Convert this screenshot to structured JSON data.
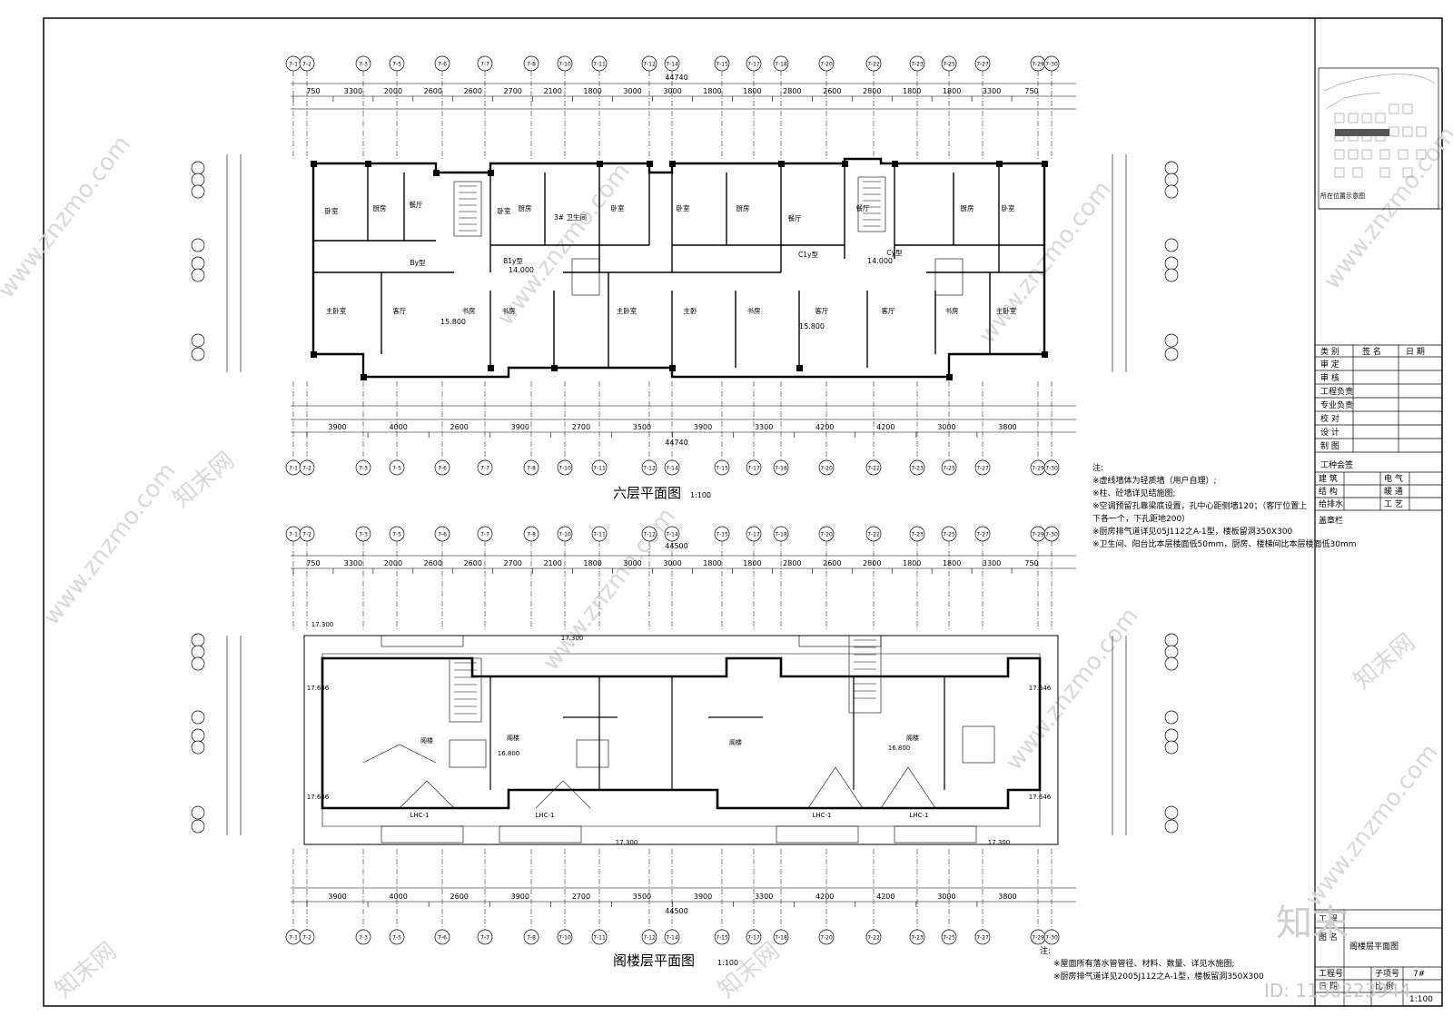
{
  "plan_top": {
    "title": "六层平面图",
    "scale": "1:100",
    "axes": [
      "7-1",
      "7-2",
      "7-3",
      "7-5",
      "7-6",
      "7-7",
      "7-8",
      "7-10",
      "7-11",
      "7-12",
      "7-14",
      "7-15",
      "7-17",
      "7-18",
      "7-20",
      "7-22",
      "7-23",
      "7-25",
      "7-27",
      "7-29",
      "7-30"
    ],
    "top_dims": [
      "750",
      "3300",
      "2000",
      "2600",
      "2600",
      "2700",
      "2100",
      "1800",
      "3000",
      "3000",
      "1800",
      "1800",
      "2800",
      "2600",
      "2800",
      "1800",
      "1800",
      "3300",
      "750"
    ],
    "bottom_dims": [
      "3900",
      "4000",
      "2600",
      "3900",
      "2700",
      "3500",
      "3900",
      "3300",
      "4200",
      "4200",
      "3000",
      "3800"
    ],
    "total": "44740",
    "room_labels": [
      {
        "t": "卧室"
      },
      {
        "t": "厨房"
      },
      {
        "t": "餐厅"
      },
      {
        "t": "卧室"
      },
      {
        "t": "厨房"
      },
      {
        "t": "3# 卫生间"
      },
      {
        "t": "卧室"
      },
      {
        "t": "卧室"
      },
      {
        "t": "厨房"
      },
      {
        "t": "餐厅"
      },
      {
        "t": "餐厅"
      },
      {
        "t": "厨房"
      },
      {
        "t": "卧室"
      },
      {
        "t": "主卧室"
      },
      {
        "t": "客厅"
      },
      {
        "t": "书房"
      },
      {
        "t": "书房"
      },
      {
        "t": "主卧室"
      },
      {
        "t": "主卧"
      },
      {
        "t": "书房"
      },
      {
        "t": "客厅"
      },
      {
        "t": "客厅"
      },
      {
        "t": "书房"
      },
      {
        "t": "主卧室"
      },
      {
        "t": "By型"
      },
      {
        "t": "B1y型"
      },
      {
        "t": "C1y型"
      },
      {
        "t": "Cy型"
      }
    ],
    "elevs": [
      "14.000",
      "14.000",
      "15.800",
      "15.800"
    ]
  },
  "plan_bottom": {
    "title": "阁楼层平面图",
    "scale": "1:100",
    "axes": [
      "7-1",
      "7-2",
      "7-3",
      "7-5",
      "7-6",
      "7-7",
      "7-8",
      "7-10",
      "7-11",
      "7-12",
      "7-14",
      "7-15",
      "7-17",
      "7-18",
      "7-20",
      "7-22",
      "7-23",
      "7-25",
      "7-27",
      "7-29",
      "7-30"
    ],
    "top_dims": [
      "750",
      "3300",
      "2000",
      "2600",
      "2600",
      "2700",
      "2100",
      "1800",
      "3000",
      "3000",
      "1800",
      "1800",
      "2800",
      "2600",
      "2800",
      "1800",
      "1800",
      "3300",
      "750"
    ],
    "bottom_dims": [
      "3900",
      "4000",
      "2600",
      "3900",
      "2700",
      "3500",
      "3900",
      "3300",
      "4200",
      "4200",
      "3000",
      "3800"
    ],
    "total": "44500",
    "labels": [
      "阁楼",
      "阁楼",
      "阁楼",
      "阁楼",
      "16.800",
      "16.800",
      "17.300",
      "17.300",
      "17.300",
      "17.300",
      "17.646",
      "17.646",
      "17.646",
      "17.646",
      "LHC-1",
      "LHC-1",
      "LHC-1",
      "LHC-1"
    ]
  },
  "notes_top": {
    "head": "注:",
    "lines": [
      "※虚线墙体为轻质墙（用户自理）;",
      "※柱、砼墙详见结施图;",
      "※空调预留孔靠梁底设置，孔中心距侧墙120；（客厅位置上",
      "   下各一个，下孔距地200）",
      "※厨房排气道详见05J112之A-1型，楼板留洞350X300",
      "※卫生间、阳台比本层楼面低50mm，厨房、楼梯间比本层楼面低30mm"
    ]
  },
  "notes_bottom": {
    "head": "注:",
    "lines": [
      "※屋面所有落水管管径、材料、数量、详见水施图;",
      "※厨房排气道详见2005J112之A-1型，楼板留洞350X300"
    ]
  },
  "title_block": {
    "site_label": "所在位置示意图",
    "sign_head": [
      "类 别",
      "签 名",
      "日 期"
    ],
    "sign_rows": [
      "审 定",
      "审 核",
      "工程负责",
      "专业负责",
      "校 对",
      "设 计",
      "制 图"
    ],
    "trades_head": "工种会签",
    "trades": [
      [
        "建 筑",
        "电 气"
      ],
      [
        "结 构",
        "暖 通"
      ],
      [
        "给排水",
        "工 艺"
      ]
    ],
    "stamp": "盖章栏",
    "project_label": "工 程",
    "drawing_label": "图 名",
    "drawing_name": "阁楼层平面图",
    "proj_no_label": "工程号",
    "sub_no_label": "子项号",
    "sheet_no": "7#",
    "date_label": "日 期",
    "scale_label": "比 例",
    "scale": "1:100"
  },
  "watermark": {
    "site": "www.znzmo.com",
    "brand": "知末网",
    "logo": "知末",
    "id": "ID: 1158223944"
  }
}
